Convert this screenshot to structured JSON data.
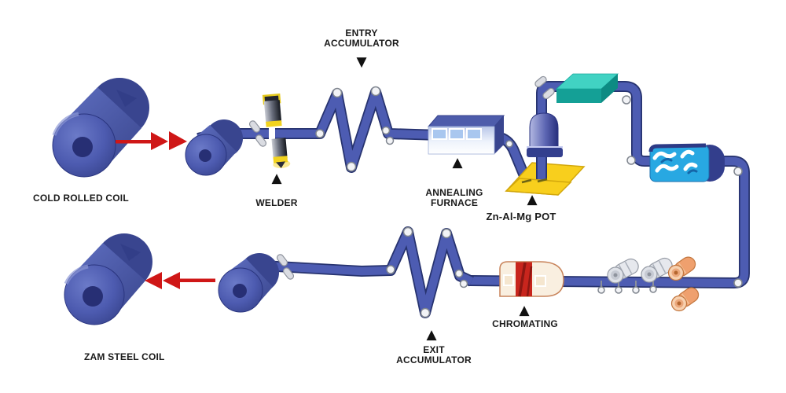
{
  "labels": {
    "cold_rolled_coil": "COLD ROLLED COIL",
    "welder": "WELDER",
    "entry_accumulator": [
      "ENTRY",
      "ACCUMULATOR"
    ],
    "annealing_furnace": [
      "ANNEALING",
      "FURNACE"
    ],
    "zn_al_mg_pot": "Zn-Al-Mg POT",
    "chromating": "CHROMATING",
    "exit_accumulator": [
      "EXIT",
      "ACCUMULATOR"
    ],
    "zam_steel_coil": "ZAM STEEL COIL"
  },
  "markers": {
    "welder": "▲",
    "entry_accumulator": "▼",
    "annealing_furnace": "▲",
    "zn_al_mg_pot": "▲",
    "chromating": "▲",
    "exit_accumulator": "▲"
  },
  "colors": {
    "background": "#ffffff",
    "label_color": "#1a1a1a",
    "marker_black": "#111111",
    "strip_blue": "#4d5cb2",
    "strip_edge": "#27336f",
    "coil_blue": "#4d5bb0",
    "arrow_red": "#cf1717",
    "welder_yellow": "#f2d31f",
    "pot_yellow": "#f8cf1d",
    "cooler_teal": "#14a096",
    "quench_blue": "#28a8e2",
    "chromating_cream": "#f9efe0",
    "chromating_red": "#c8251d",
    "roller_orange": "#efa06e",
    "roller_silver": "#e6e8ed"
  }
}
